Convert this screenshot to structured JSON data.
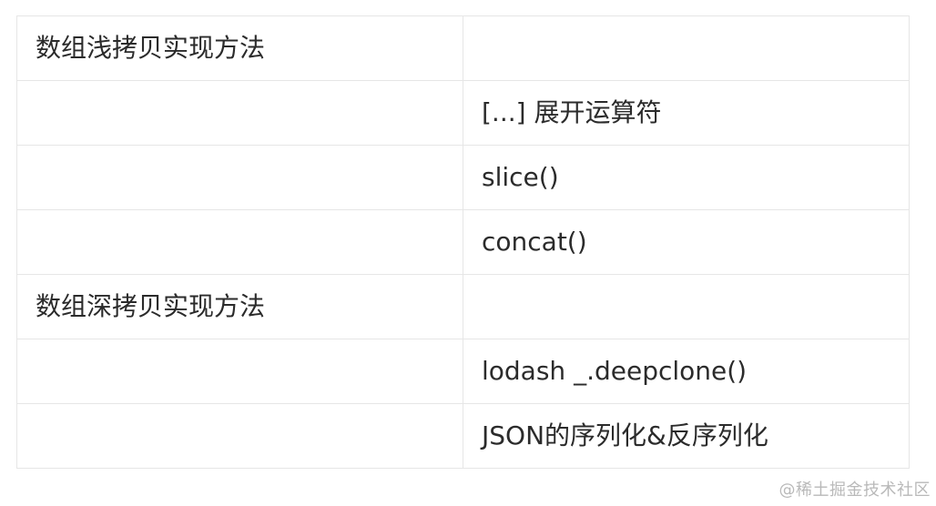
{
  "table": {
    "rows": [
      [
        "数组浅拷贝实现方法",
        ""
      ],
      [
        "",
        "[...] 展开运算符"
      ],
      [
        "",
        "slice()"
      ],
      [
        "",
        "concat()"
      ],
      [
        "数组深拷贝实现方法",
        ""
      ],
      [
        "",
        "lodash _.deepclone()"
      ],
      [
        "",
        "JSON的序列化&反序列化"
      ]
    ]
  },
  "watermark": "@稀土掘金技术社区"
}
